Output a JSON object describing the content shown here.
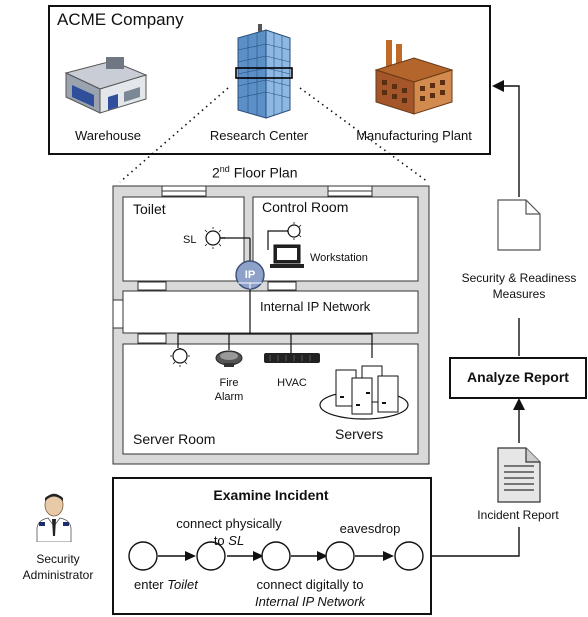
{
  "company": {
    "title": "ACME Company",
    "buildings": [
      {
        "label": "Warehouse",
        "icon": "warehouse-icon"
      },
      {
        "label": "Research Center",
        "icon": "skyscraper-icon"
      },
      {
        "label": "Manufacturing Plant",
        "icon": "factory-icon"
      }
    ]
  },
  "floor_plan": {
    "title_pre": "2",
    "title_sup": "nd",
    "title_post": " Floor Plan",
    "rooms": {
      "toilet": "Toilet",
      "control_room": "Control Room",
      "server_room": "Server Room"
    },
    "network_label": "Internal IP Network",
    "hub_label": "IP",
    "devices": {
      "sl": "SL",
      "workstation": "Workstation",
      "fire_alarm_1": "Fire",
      "fire_alarm_2": "Alarm",
      "hvac": "HVAC",
      "servers": "Servers"
    }
  },
  "process": {
    "security_measures_1": "Security & Readiness",
    "security_measures_2": "Measures",
    "analyze_report": "Analyze Report",
    "incident_report": "Incident Report",
    "admin_1": "Security",
    "admin_2": "Administrator"
  },
  "incident": {
    "title": "Examine Incident",
    "steps": {
      "enter_pre": "enter ",
      "enter_em": "Toilet",
      "connect_phys_1": "connect physically",
      "connect_phys_2_pre": "to ",
      "connect_phys_2_em": "SL",
      "connect_dig_1": "connect digitally to",
      "connect_dig_2": "Internal IP Network",
      "eavesdrop": "eavesdrop"
    }
  },
  "colors": {
    "wall": "#d9d9d9",
    "wall_stroke": "#333333",
    "ink": "#111111",
    "hub": "#8ea1c8"
  }
}
